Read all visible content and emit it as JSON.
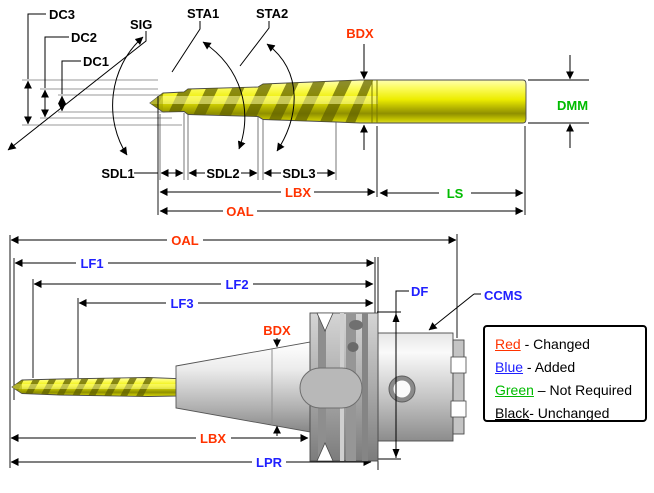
{
  "colors": {
    "changed_red": "#FF3300",
    "added_blue": "#2020FF",
    "not_required_green": "#00BB00",
    "unchanged_black": "#000000",
    "drill_yellow": "#EDED00",
    "holder_gray": "#C0C0C0"
  },
  "top_view": {
    "labels": {
      "dc3": "DC3",
      "dc2": "DC2",
      "dc1": "DC1",
      "sig": "SIG",
      "sta1": "STA1",
      "sta2": "STA2",
      "bdx": "BDX",
      "dmm": "DMM",
      "sdl1": "SDL1",
      "sdl2": "SDL2",
      "sdl3": "SDL3",
      "lbx": "LBX",
      "ls": "LS",
      "oal": "OAL"
    }
  },
  "bottom_view": {
    "labels": {
      "oal": "OAL",
      "lf1": "LF1",
      "lf2": "LF2",
      "lf3": "LF3",
      "bdx": "BDX",
      "df": "DF",
      "ccms": "CCMS",
      "lbx": "LBX",
      "lpr": "LPR"
    }
  },
  "legend": {
    "items": [
      {
        "term": "Red",
        "separator": " - ",
        "description": "Changed"
      },
      {
        "term": "Blue",
        "separator": " - ",
        "description": "Added"
      },
      {
        "term": "Green",
        "separator": " – ",
        "description": "Not Required"
      },
      {
        "term": "Black",
        "separator": "- ",
        "description": "Unchanged"
      }
    ]
  }
}
